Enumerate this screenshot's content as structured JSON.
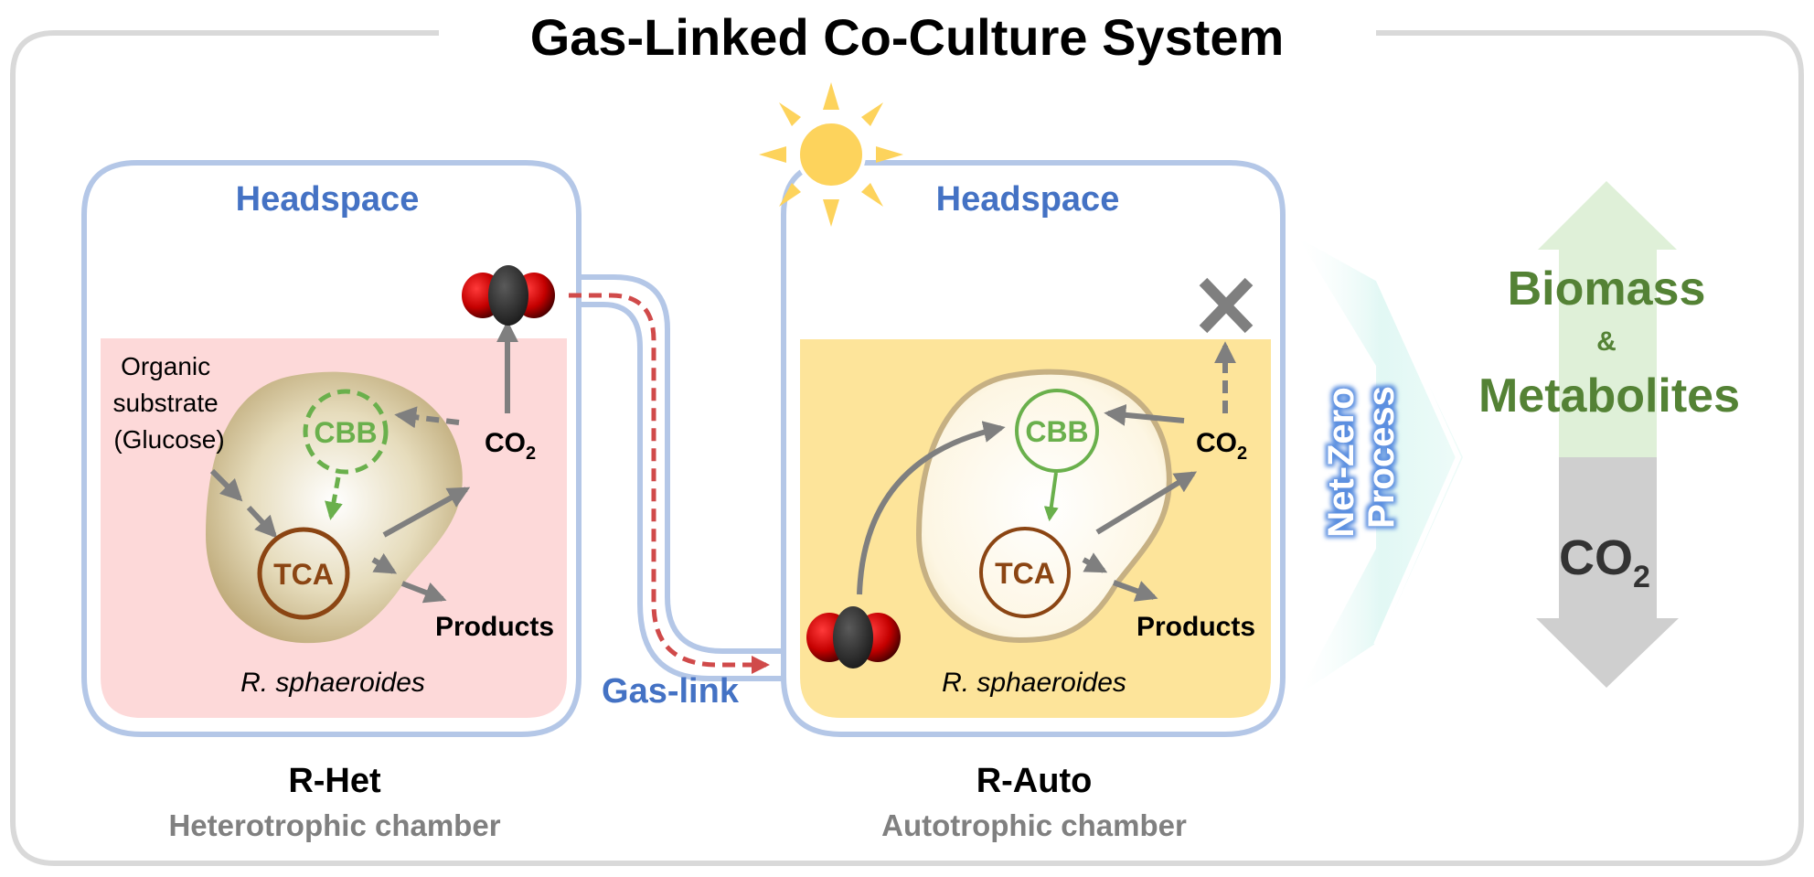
{
  "title": "Gas-Linked Co-Culture System",
  "colors": {
    "frame": "#d9d9d9",
    "chamber_border": "#b4c7e7",
    "headspace_text": "#4472c4",
    "het_medium": "#fdd9d9",
    "auto_medium": "#fde49a",
    "cbb_green": "#6ab04c",
    "tca_brown": "#8b4513",
    "arrow_grey": "#7f7f7f",
    "gas_link_red": "#d04a4a",
    "sun": "#fdd35c",
    "biomass_green": "#548235",
    "biomass_arrow": "#dff0d8",
    "co2_arrow": "#cfcfcf",
    "net_zero_arrow": "#e6fbf7"
  },
  "het_chamber": {
    "headspace_label": "Headspace",
    "substrate_lines": [
      "Organic",
      "substrate",
      "(Glucose)"
    ],
    "cbb_label": "CBB",
    "tca_label": "TCA",
    "co2_label": "CO",
    "co2_sub": "2",
    "products_label": "Products",
    "organism": "R. sphaeroides",
    "name": "R-Het",
    "subtitle": "Heterotrophic chamber"
  },
  "gas_link": {
    "label": "Gas-link"
  },
  "auto_chamber": {
    "headspace_label": "Headspace",
    "cbb_label": "CBB",
    "tca_label": "TCA",
    "co2_label": "CO",
    "co2_sub": "2",
    "products_label": "Products",
    "organism": "R. sphaeroides",
    "name": "R-Auto",
    "subtitle": "Autotrophic chamber",
    "blocked_icon": "x-mark"
  },
  "net_zero": {
    "lines": [
      "Net-Zero",
      "Process"
    ]
  },
  "outcome": {
    "up_line1": "Biomass",
    "up_amp": "&",
    "up_line2": "Metabolites",
    "down_label": "CO",
    "down_sub": "2"
  }
}
